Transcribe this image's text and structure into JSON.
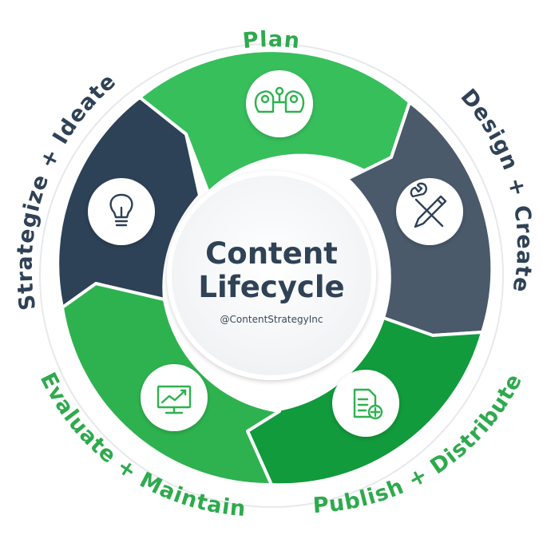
{
  "diagram": {
    "title_line1": "Content",
    "title_line2": "Lifecycle",
    "handle": "@ContentStrategyInc",
    "colors": {
      "green": "#2eb24f",
      "green_light": "#37bf5c",
      "green_dark": "#119b3c",
      "slate": "#4a5a6b",
      "navy": "#2d4157",
      "label_dark": "#2f4256",
      "label_green": "#2eaa4d"
    },
    "stages": [
      {
        "label": "Plan",
        "icon": "brain-gears-icon"
      },
      {
        "label": "Design + Create",
        "icon": "wrench-pencil-icon"
      },
      {
        "label": "Publish + Distribute",
        "icon": "document-add-icon"
      },
      {
        "label": "Evaluate + Maintain",
        "icon": "chart-monitor-icon"
      },
      {
        "label": "Strategize + Ideate",
        "icon": "lightbulb-icon"
      }
    ]
  }
}
